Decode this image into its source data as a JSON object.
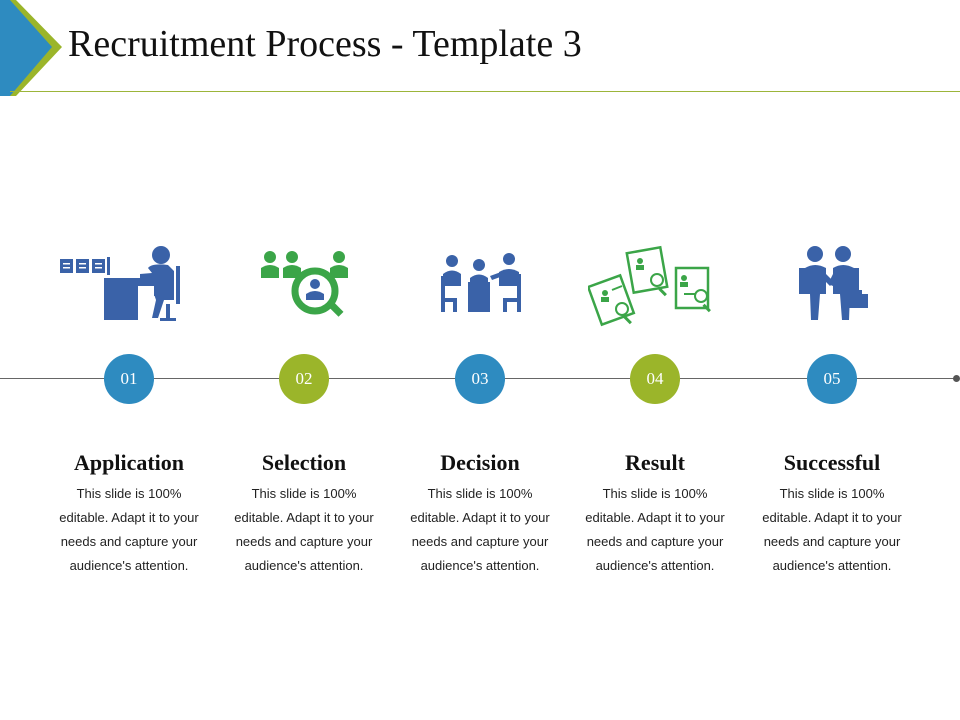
{
  "title": "Recruitment Process - Template 3",
  "colors": {
    "blue": "#2e8bc0",
    "green": "#9bb52a",
    "icon_blue": "#3a62a8",
    "icon_green": "#3ba548"
  },
  "steps": [
    {
      "number": "01",
      "label": "Application",
      "color": "#2e8bc0",
      "icon": "desk-worker-icon",
      "description": "This slide is 100% editable. Adapt it to your needs and capture your audience's attention."
    },
    {
      "number": "02",
      "label": "Selection",
      "color": "#9bb52a",
      "icon": "candidate-search-icon",
      "description": "This slide is 100% editable. Adapt it to your needs and capture your audience's attention."
    },
    {
      "number": "03",
      "label": "Decision",
      "color": "#2e8bc0",
      "icon": "meeting-icon",
      "description": "This slide is 100% editable. Adapt it to your needs and capture your audience's attention."
    },
    {
      "number": "04",
      "label": "Result",
      "color": "#9bb52a",
      "icon": "resume-review-icon",
      "description": "This slide is 100% editable. Adapt it to your needs and capture your audience's attention."
    },
    {
      "number": "05",
      "label": "Successful",
      "color": "#2e8bc0",
      "icon": "handshake-icon",
      "description": "This slide is 100% editable. Adapt it to your needs and capture your audience's attention."
    }
  ]
}
